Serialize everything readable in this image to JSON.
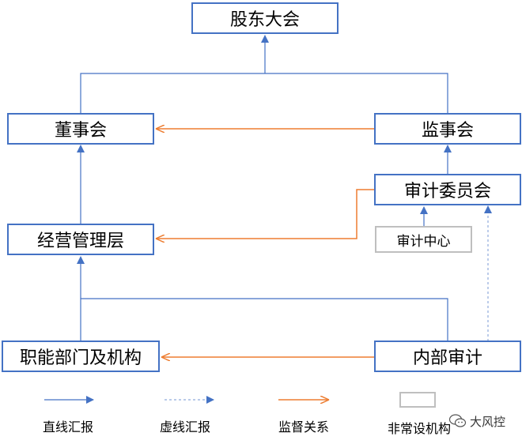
{
  "nodes": {
    "shareholders": "股东大会",
    "board": "董事会",
    "supervisors": "监事会",
    "audit_committee": "审计委员会",
    "management": "经营管理层",
    "audit_center": "审计中心",
    "functional_depts": "职能部门及机构",
    "internal_audit": "内部审计"
  },
  "legend": {
    "direct_report": "直线汇报",
    "dotted_report": "虚线汇报",
    "supervision": "监督关系",
    "non_permanent": "非常设机构"
  },
  "colors": {
    "blue": "#4472c4",
    "dashed_blue": "#8faadc",
    "orange": "#ed7d31",
    "gray": "#bfbfbf"
  },
  "watermark": "大风控"
}
